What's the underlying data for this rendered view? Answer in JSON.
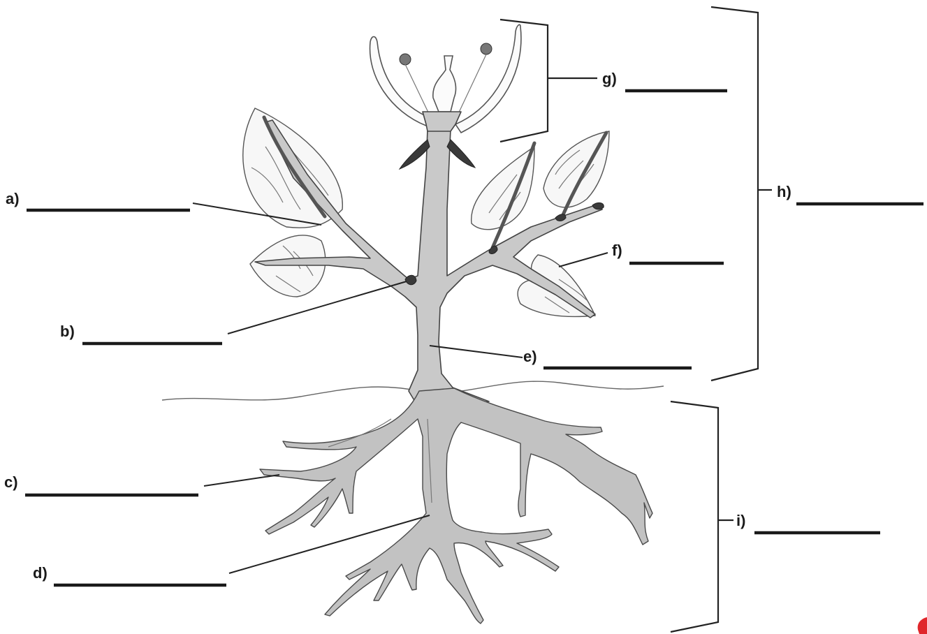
{
  "labels": {
    "a": "a)",
    "b": "b)",
    "c": "c)",
    "d": "d)",
    "e": "e)",
    "f": "f)",
    "g": "g)",
    "h": "h)",
    "i": "i)"
  },
  "colors": {
    "ink": "#1a1a1a",
    "stem_fill": "#c9c9c9",
    "leaf_fill": "#f7f7f7",
    "corner_mark": "#e0262b"
  }
}
